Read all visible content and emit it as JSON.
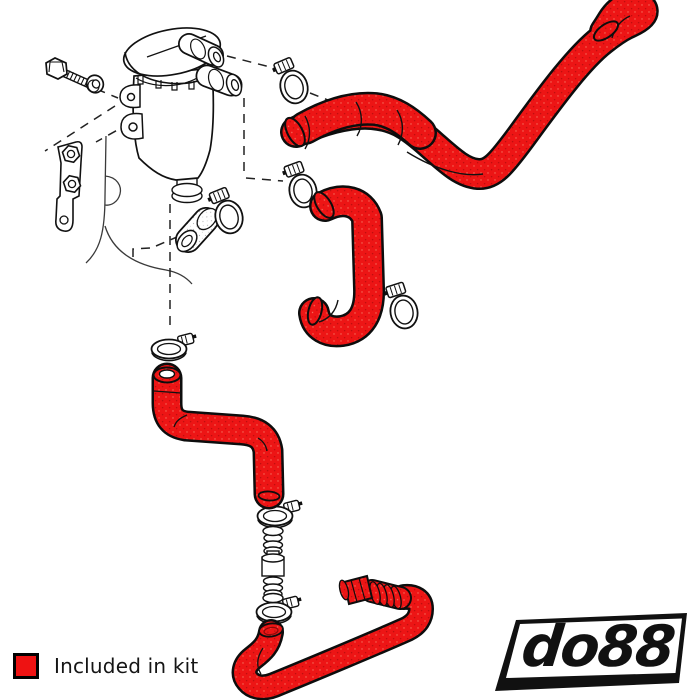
{
  "legend": {
    "label": "Included in kit",
    "swatch_color": "#ee1212"
  },
  "logo": {
    "text": "do88"
  },
  "diagram": {
    "description": "exploded-view-oil-catch-can-breather-hose-kit",
    "colors": {
      "kit_highlight": "#ee1212",
      "line_art": "#111111",
      "background": "#ffffff"
    },
    "clamp_count": 7,
    "parts": [
      {
        "name": "hex-bolt",
        "highlighted": false
      },
      {
        "name": "washer-nut",
        "highlighted": false
      },
      {
        "name": "mounting-bracket",
        "highlighted": false
      },
      {
        "name": "oil-catch-can",
        "highlighted": false
      },
      {
        "name": "engine-outline",
        "highlighted": false
      },
      {
        "name": "small-hose-stub",
        "highlighted": false
      },
      {
        "name": "hose-clamps",
        "highlighted": false
      },
      {
        "name": "upper-breather-hose",
        "highlighted": true
      },
      {
        "name": "middle-breather-hose",
        "highlighted": true
      },
      {
        "name": "drain-hose",
        "highlighted": true
      },
      {
        "name": "lower-hose-with-fitting",
        "highlighted": true
      },
      {
        "name": "barbed-connector",
        "highlighted": false
      }
    ]
  }
}
